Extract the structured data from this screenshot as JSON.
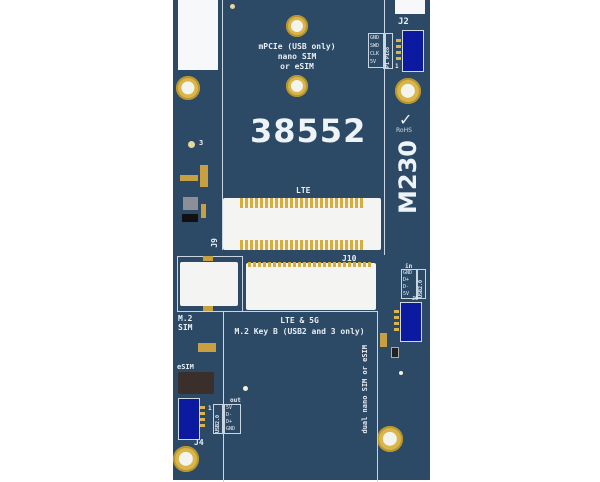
{
  "board": {
    "part_number": "38552",
    "model": "M230",
    "rohs_label": "RoHS",
    "rohs_mark": "✓",
    "colors": {
      "soldermask": "#2c4a66",
      "silkscreen": "#e8eef4",
      "gold": "#d9b54a",
      "connector_blue": "#0b1a9e",
      "background": "#ffffff"
    }
  },
  "top_slot": {
    "lines": [
      "mPCIe (USB only)",
      "nano SIM",
      "or eSIM"
    ]
  },
  "j2": {
    "designator": "J2",
    "pin1_label": "1",
    "pins": [
      "GND",
      "SWD",
      "CLK",
      "5V"
    ],
    "side_label": "Pi Pico"
  },
  "lte_slot": {
    "label": "LTE",
    "designator": "J9"
  },
  "m2_slot": {
    "designator": "J10",
    "title": "LTE & 5G",
    "subtitle": "M.2 Key B (USB2 and 3 only)",
    "side_label": "dual nano SIM or eSIM"
  },
  "sim_slot": {
    "label_line1": "M.2",
    "label_line2": "SIM"
  },
  "usb_in": {
    "header": "in",
    "pins": [
      "GND",
      "D+",
      "D-",
      "5V"
    ],
    "side_label": "USB2.0",
    "designator": "J6"
  },
  "usb_out": {
    "header": "out",
    "pins": [
      "5V",
      "D-",
      "D+",
      "GND"
    ],
    "side_label": "USB2.0",
    "designator": "J4",
    "pin1_label": "1"
  },
  "esim": {
    "label": "eSIM"
  },
  "misc": {
    "via_label": "3"
  }
}
